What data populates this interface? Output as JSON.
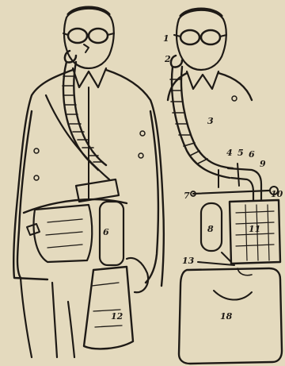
{
  "plate": {
    "paper_color": "#e9dfc6",
    "ink_color": "#1e1a16",
    "left_figure_labels": {
      "bag": "6",
      "canister": "12"
    },
    "right_figure_labels": {
      "eyepiece": "1",
      "mouthpiece": "2",
      "hose": "3",
      "valve_4": "4",
      "valve_5": "5",
      "valve_6": "6",
      "valve_9": "9",
      "valve_7": "7",
      "cylinder": "8",
      "regenerator": "11",
      "outlet": "10",
      "lower_valve": "13",
      "breathing_bag": "18"
    }
  }
}
